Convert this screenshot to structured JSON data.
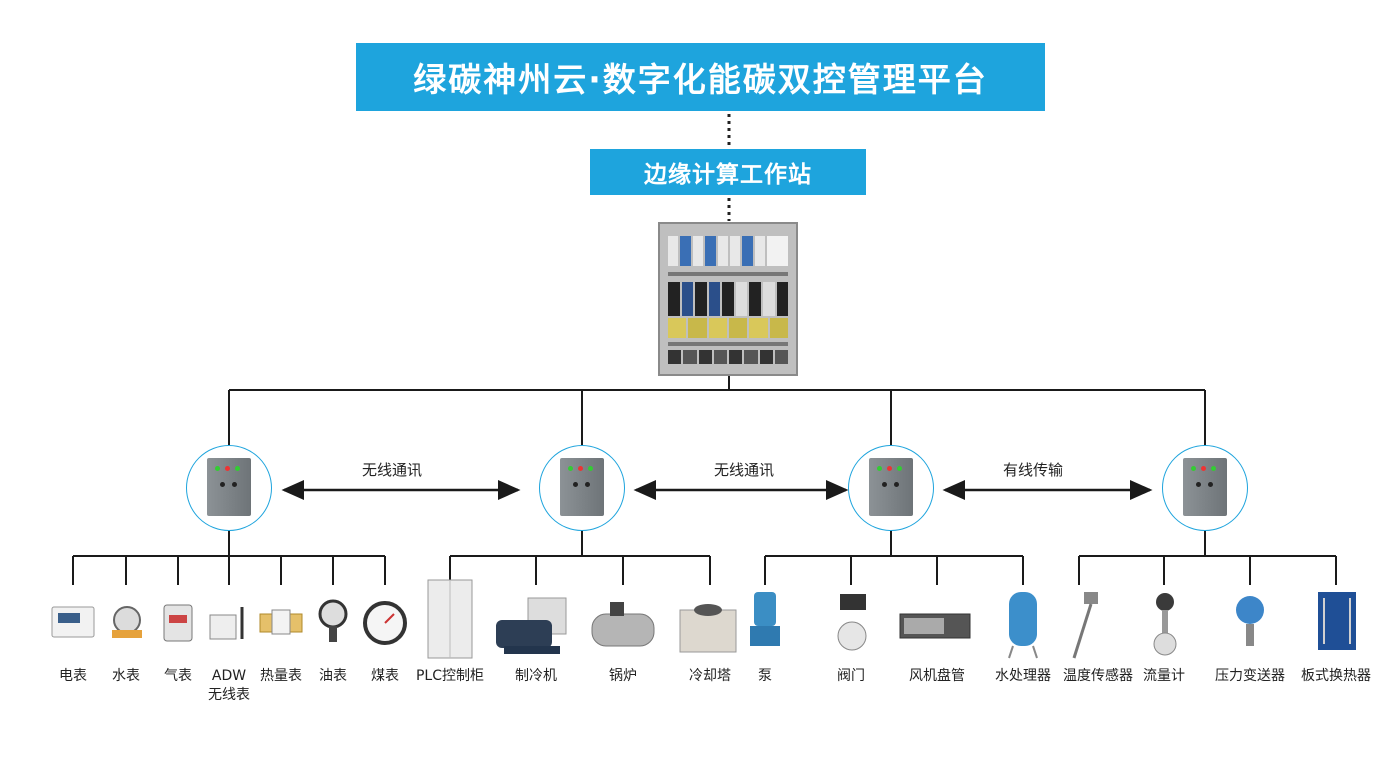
{
  "platform": {
    "title": "绿碳神州云·数字化能碳双控管理平台"
  },
  "edge": {
    "title": "边缘计算工作站"
  },
  "links": [
    {
      "label": "无线通讯"
    },
    {
      "label": "无线通讯"
    },
    {
      "label": "有线传输"
    }
  ],
  "devices": [
    {
      "label": "电表",
      "icon": "electric-meter-icon"
    },
    {
      "label": "水表",
      "icon": "water-meter-icon"
    },
    {
      "label": "气表",
      "icon": "gas-meter-icon"
    },
    {
      "label": "ADW\n无线表",
      "icon": "wireless-meter-icon"
    },
    {
      "label": "热量表",
      "icon": "heat-meter-icon"
    },
    {
      "label": "油表",
      "icon": "oil-meter-icon"
    },
    {
      "label": "煤表",
      "icon": "coal-meter-icon"
    },
    {
      "label": "PLC控制柜",
      "icon": "plc-cabinet-icon"
    },
    {
      "label": "制冷机",
      "icon": "chiller-icon"
    },
    {
      "label": "锅炉",
      "icon": "boiler-icon"
    },
    {
      "label": "冷却塔",
      "icon": "cooling-tower-icon"
    },
    {
      "label": "泵",
      "icon": "pump-icon"
    },
    {
      "label": "阀门",
      "icon": "valve-icon"
    },
    {
      "label": "风机盘管",
      "icon": "fan-coil-icon"
    },
    {
      "label": "水处理器",
      "icon": "water-treatment-icon"
    },
    {
      "label": "温度传感器",
      "icon": "temperature-sensor-icon"
    },
    {
      "label": "流量计",
      "icon": "flow-meter-icon"
    },
    {
      "label": "压力变送器",
      "icon": "pressure-transmitter-icon"
    },
    {
      "label": "板式换热器",
      "icon": "plate-heat-exchanger-icon"
    }
  ]
}
